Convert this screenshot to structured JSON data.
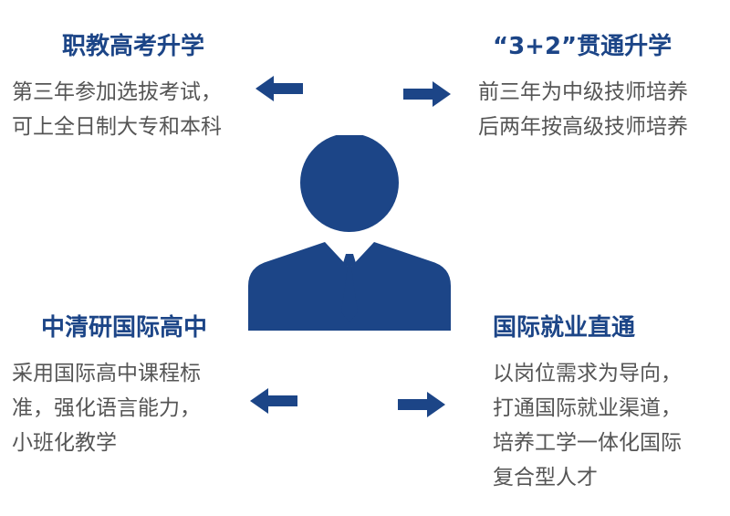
{
  "colors": {
    "accent": "#1c4587",
    "body_text": "#555555",
    "background": "#ffffff"
  },
  "icons": {
    "center": "businessman-icon",
    "arrow_left": "arrow-left-icon",
    "arrow_right": "arrow-right-icon"
  },
  "top_left": {
    "title": "职教高考升学",
    "lines": [
      "第三年参加选拔考试，",
      "可上全日制大专和本科"
    ]
  },
  "top_right": {
    "title": "“3+2”贯通升学",
    "lines": [
      "前三年为中级技师培养",
      "后两年按高级技师培养"
    ]
  },
  "bottom_left": {
    "title": "中清研国际高中",
    "lines": [
      "采用国际高中课程标",
      "准，强化语言能力，",
      "小班化教学"
    ]
  },
  "bottom_right": {
    "title": "国际就业直通",
    "lines": [
      "以岗位需求为导向，",
      "打通国际就业渠道，",
      "培养工学一体化国际",
      "复合型人才"
    ]
  }
}
